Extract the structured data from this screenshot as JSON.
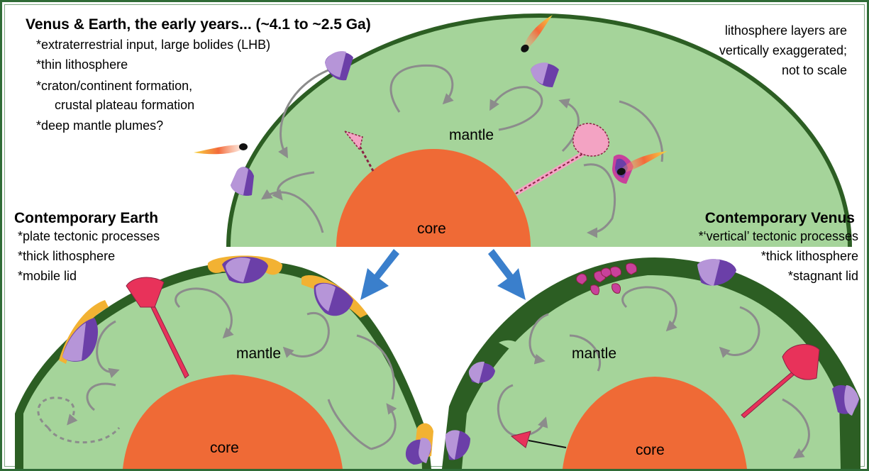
{
  "top_panel": {
    "title": "Venus & Earth, the early years... (~4.1 to ~2.5 Ga)",
    "notes": [
      "*extraterrestrial input, large bolides (LHB)",
      "*thin lithosphere",
      "*craton/continent formation,",
      "crustal plateau formation",
      "*deep mantle plumes?"
    ],
    "mantle_label": "mantle",
    "core_label": "core"
  },
  "scale_note": [
    "lithosphere layers are",
    "vertically exaggerated;",
    "not to scale"
  ],
  "earth_panel": {
    "title": "Contemporary Earth",
    "notes": [
      "*plate tectonic processes",
      "*thick lithosphere",
      "*mobile lid"
    ],
    "mantle_label": "mantle",
    "core_label": "core"
  },
  "venus_panel": {
    "title": "Contemporary Venus",
    "notes": [
      "*‘vertical’ tectonic processes",
      "*thick lithosphere",
      "*stagnant lid"
    ],
    "mantle_label": "mantle",
    "core_label": "core"
  },
  "colors": {
    "mantle": "#a5d49a",
    "lithosphere": "#2c5e23",
    "core": "#ef6a36",
    "craton": "#6b3fa8",
    "craton_light": "#b695d8",
    "margin": "#f2b233",
    "plume": "#e8325a",
    "early_plume": "#f3a3c3",
    "arrow_blue": "#3a7fcc",
    "convection": "#8c8c8c"
  }
}
